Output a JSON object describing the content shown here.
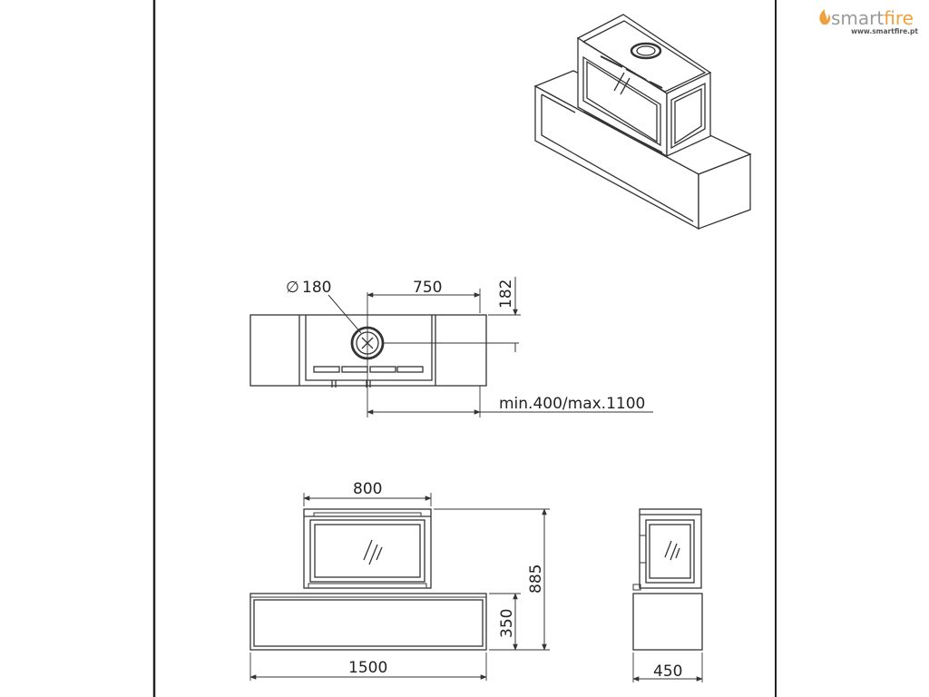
{
  "brand": {
    "name_part1": "smart",
    "name_part2": "fire",
    "website": "www.smartfire.pt",
    "colors": {
      "text": "#9a9a9a",
      "accent": "#f0a03c"
    }
  },
  "plan_view": {
    "flue_diameter_symbol": "∅",
    "flue_diameter": "180",
    "flue_offset": "750",
    "depth_offset": "182",
    "range_label": "min.400/max.1100"
  },
  "front_view": {
    "stove_width": "800",
    "total_height": "885",
    "base_height": "350",
    "base_width": "1500"
  },
  "side_view": {
    "depth": "450"
  }
}
